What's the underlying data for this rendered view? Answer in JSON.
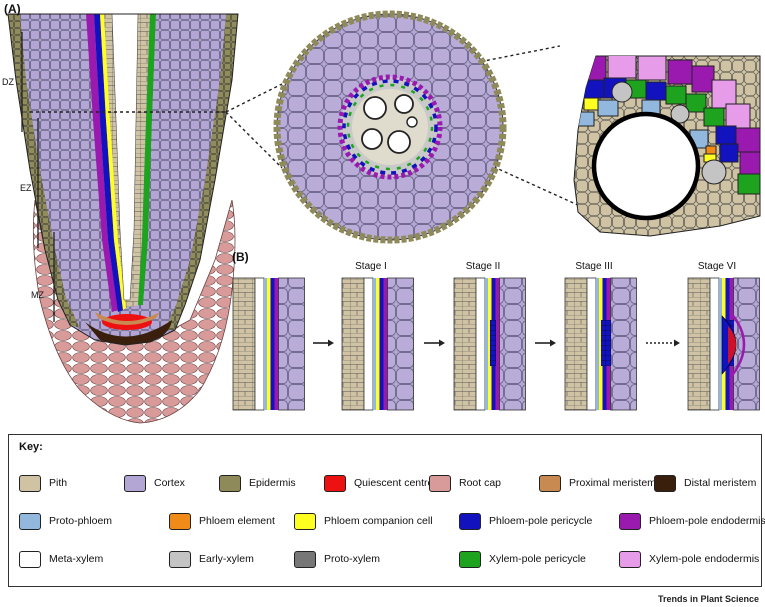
{
  "panels": {
    "a": "(A)",
    "b": "(B)"
  },
  "zones": {
    "dz": "DZ",
    "ez": "EZ",
    "mz": "MZ"
  },
  "stages": [
    "Stage I",
    "Stage II",
    "Stage III",
    "Stage VI"
  ],
  "key": {
    "title": "Key:",
    "items": [
      {
        "label": "Pith",
        "color": "#cfc3a4"
      },
      {
        "label": "Cortex",
        "color": "#b3a6d4"
      },
      {
        "label": "Epidermis",
        "color": "#8e8a5a"
      },
      {
        "label": "Quiescent centre",
        "color": "#ee1111"
      },
      {
        "label": "Root cap",
        "color": "#d99a9a"
      },
      {
        "label": "Proximal meristem",
        "color": "#c98a52"
      },
      {
        "label": "Distal meristem",
        "color": "#3a1f0c"
      },
      {
        "label": "Proto-phloem",
        "color": "#93b8de"
      },
      {
        "label": "Phloem element",
        "color": "#f08a18"
      },
      {
        "label": "Phloem companion cell",
        "color": "#ffff22"
      },
      {
        "label": "Phloem-pole pericycle",
        "color": "#1212bf"
      },
      {
        "label": "Phloem-pole endodermis",
        "color": "#9a1ab0"
      },
      {
        "label": "Meta-xylem",
        "color": "#ffffff"
      },
      {
        "label": "Early-xylem",
        "color": "#c4c4c4"
      },
      {
        "label": "Proto-xylem",
        "color": "#777777"
      },
      {
        "label": "Xylem-pole pericycle",
        "color": "#1ea31e"
      },
      {
        "label": "Xylem-pole endodermis",
        "color": "#e69ce8"
      }
    ]
  },
  "footer": "Trends in Plant Science"
}
